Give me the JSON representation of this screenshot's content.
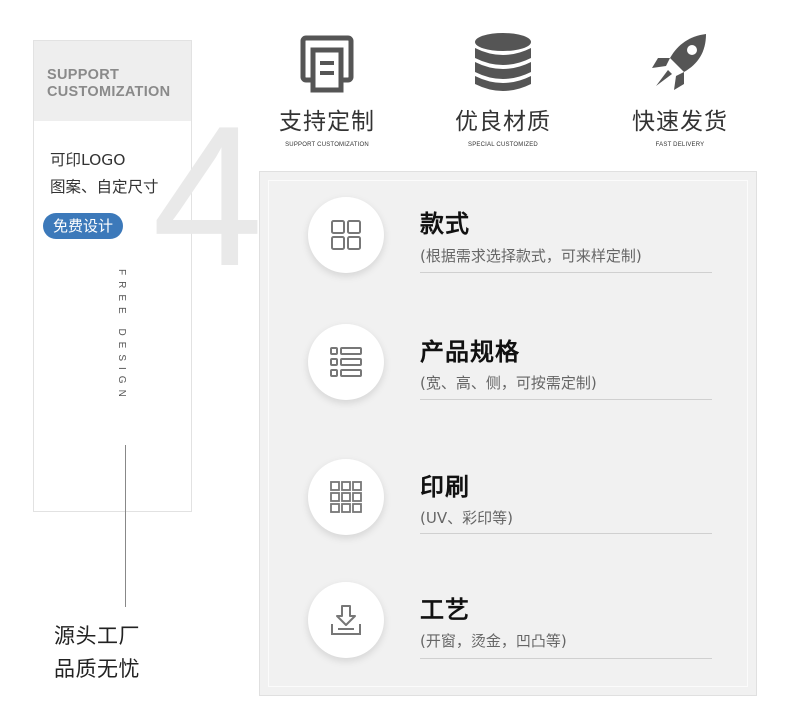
{
  "left_panel": {
    "header_title_line1": "SUPPORT",
    "header_title_line2": "CUSTOMIZATION",
    "background_number": "4",
    "line1": "可印LOGO",
    "line2": "图案、自定尺寸",
    "badge": "免费设计",
    "vertical_text": "FREE DESIGN",
    "bottom_line1": "源头工厂",
    "bottom_line2": "品质无忧",
    "badge_color": "#3c79ba"
  },
  "features": [
    {
      "icon": "printer-icon",
      "title": "支持定制",
      "subtitle": "SUPPORT CUSTOMIZATION"
    },
    {
      "icon": "stack-icon",
      "title": "优良材质",
      "subtitle": "SPECIAL CUSTOMIZED"
    },
    {
      "icon": "rocket-icon",
      "title": "快速发货",
      "subtitle": "FAST DELIVERY"
    }
  ],
  "options": [
    {
      "icon": "grid-2x2-icon",
      "title": "款式",
      "desc": "(根据需求选择款式，可来样定制)"
    },
    {
      "icon": "list-icon",
      "title": "产品规格",
      "desc": "(宽、高、侧，可按需定制)"
    },
    {
      "icon": "grid-3x3-icon",
      "title": "印刷",
      "desc": "(UV、彩印等)"
    },
    {
      "icon": "download-tray-icon",
      "title": "工艺",
      "desc": "(开窗，烫金，凹凸等)"
    }
  ]
}
